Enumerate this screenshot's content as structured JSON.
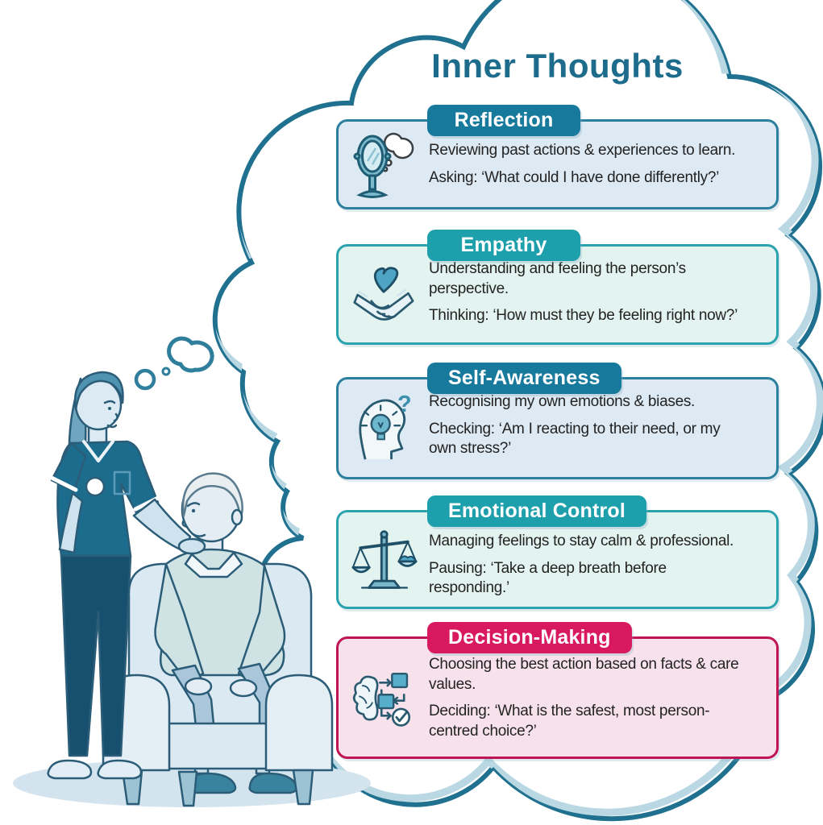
{
  "title": "Inner Thoughts",
  "colors": {
    "background": "#ffffff",
    "cloud_outline": "#20718f",
    "cloud_highlight": "#b9d8e4",
    "title_text": "#1d6c8c",
    "body_text": "#232323"
  },
  "cards": [
    {
      "label": "Reflection",
      "icon": "mirror-reflection-icon",
      "colors": {
        "header": "#17799c",
        "border": "#2d7f9e",
        "background": "#dde9f3"
      },
      "lines": [
        "Reviewing past actions & experiences to learn.",
        "Asking: ‘What could I have done differently?’"
      ]
    },
    {
      "label": "Empathy",
      "icon": "handshake-heart-icon",
      "colors": {
        "header": "#1d9fac",
        "border": "#2aa3ae",
        "background": "#e3f3f0"
      },
      "lines": [
        "Understanding and feeling the person’s perspective.",
        "Thinking: ‘How must they be feeling right now?’"
      ]
    },
    {
      "label": "Self-Awareness",
      "icon": "head-lightbulb-icon",
      "colors": {
        "header": "#17799c",
        "border": "#2d7f9e",
        "background": "#dde9f3"
      },
      "lines": [
        "Recognising my own emotions & biases.",
        "Checking: ‘Am I reacting to their need, or my own stress?’"
      ]
    },
    {
      "label": "Emotional Control",
      "icon": "balance-scales-icon",
      "colors": {
        "header": "#1d9fac",
        "border": "#2aa3ae",
        "background": "#e3f3f0"
      },
      "lines": [
        "Managing feelings to stay calm & professional.",
        "Pausing: ‘Take a deep breath before responding.’"
      ]
    },
    {
      "label": "Decision-Making",
      "icon": "brain-flowchart-icon",
      "colors": {
        "header": "#d8195f",
        "border": "#c01554",
        "background": "#f7e2ec"
      },
      "lines": [
        "Choosing the best action based on facts & care values.",
        "Deciding: ‘What is the safest, most person-centred choice?’"
      ]
    }
  ],
  "illustration": {
    "scene": "caregiver-standing-with-hand-on-shoulder-of-elderly-man-seated-in-armchair",
    "bubble": "thought-cloud"
  }
}
